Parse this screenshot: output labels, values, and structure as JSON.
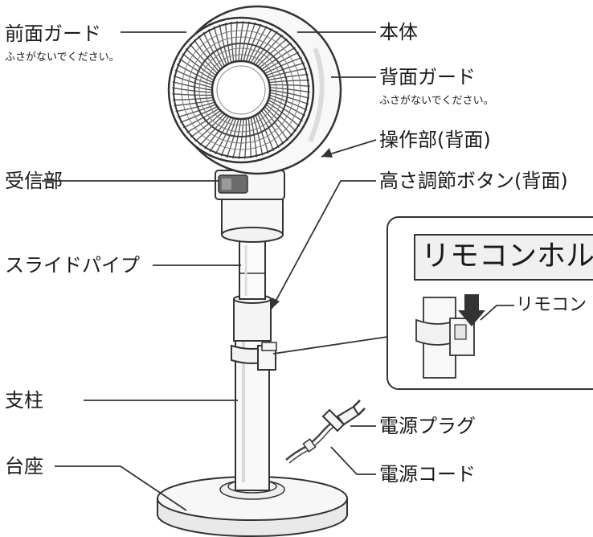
{
  "labels": {
    "front_guard": "前面ガード",
    "front_guard_note": "ふさがないでください。",
    "body": "本体",
    "rear_guard": "背面ガード",
    "rear_guard_note": "ふさがないでください。",
    "control_panel": "操作部(背面)",
    "receiver": "受信部",
    "height_button": "高さ調節ボタン(背面)",
    "slide_pipe": "スライドパイプ",
    "pole": "支柱",
    "power_plug": "電源プラグ",
    "base": "台座",
    "power_cord": "電源コード"
  },
  "inset": {
    "title": "リモコンホルダ",
    "remote_label": "リモコン"
  }
}
